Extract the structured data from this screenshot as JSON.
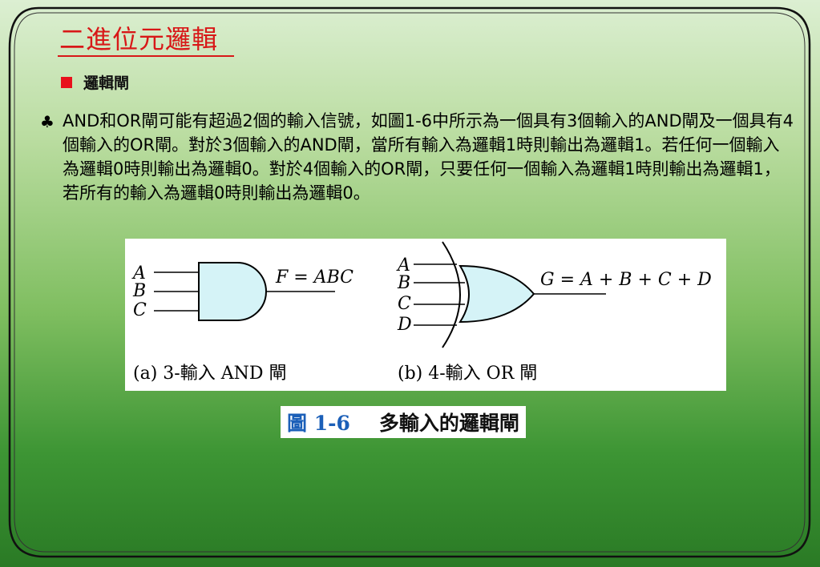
{
  "slide": {
    "title": "二進位元邏輯",
    "subheading": "邏輯閘",
    "bullet_symbol": "♣",
    "paragraph": "AND和OR閘可能有超過2個的輸入信號，如圖1-6中所示為一個具有3個輸入的AND閘及一個具有4個輸入的OR閘。對於3個輸入的AND閘，當所有輸入為邏輯1時則輸出為邏輯1。若任何一個輸入為邏輯0時則輸出為邏輯0。對於4個輸入的OR閘，只要任何一個輸入為邏輯1時則輸出為邏輯1，若所有的輸入為邏輯0時則輸出為邏輯0。"
  },
  "figure": {
    "and_gate": {
      "inputs": [
        "A",
        "B",
        "C"
      ],
      "output": "F = ABC",
      "caption": "(a) 3-輸入 AND 閘"
    },
    "or_gate": {
      "inputs": [
        "A",
        "B",
        "C",
        "D"
      ],
      "output": "G = A + B + C + D",
      "caption": "(b) 4-輸入 OR 閘"
    },
    "figure_number": "圖 1-6",
    "figure_title": "多輸入的邏輯閘"
  },
  "colors": {
    "title": "#d81818",
    "bullet_square": "#e8101c",
    "gate_fill": "#d5f3f7",
    "figure_number": "#1b5fb8"
  }
}
